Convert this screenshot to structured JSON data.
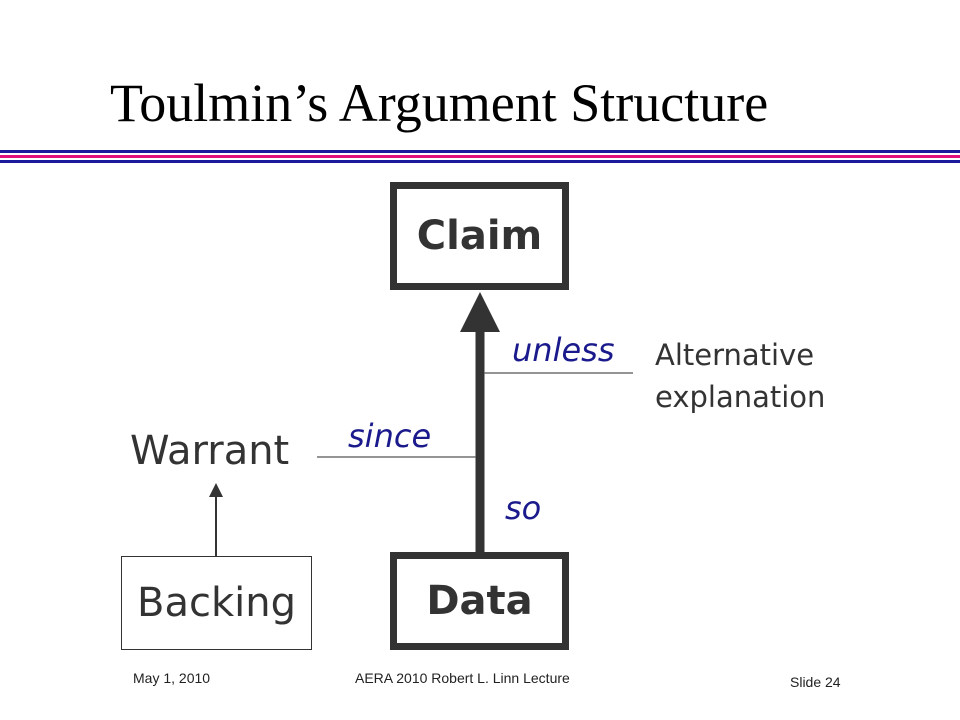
{
  "slide": {
    "title": "Toulmin’s Argument  Structure"
  },
  "diagram": {
    "claim": "Claim",
    "data": "Data",
    "warrant": "Warrant",
    "backing": "Backing",
    "connector_unless": "unless",
    "connector_since": "since",
    "connector_so": "so",
    "rebuttal_line1": "Alternative",
    "rebuttal_line2": "explanation"
  },
  "footer": {
    "date": "May 1, 2010",
    "lecture": "AERA 2010 Robert L. Linn Lecture",
    "slide_number": "Slide 24"
  },
  "colors": {
    "rule_blue": "#1a1a9a",
    "rule_magenta": "#e0107a",
    "connector_text": "#1a1a8c"
  }
}
